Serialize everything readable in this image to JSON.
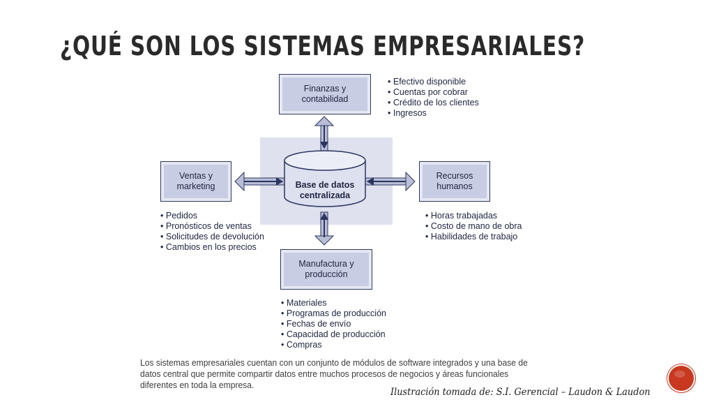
{
  "slide": {
    "title": "¿Qué son los sistemas empresariales?",
    "caption": "Los sistemas empresariales cuentan con un conjunto de módulos de software integrados y una base de datos central que permite compartir datos entre muchos procesos de negocios y áreas funcionales diferentes en toda la empresa.",
    "credit": "Ilustración tomada de: S.I. Gerencial – Laudon & Laudon"
  },
  "diagram": {
    "center": {
      "line1": "Base de datos",
      "line2": "centralizada"
    },
    "finance": {
      "line1": "Finanzas y",
      "line2": "contabilidad",
      "items": [
        "Efectivo disponible",
        "Cuentas por cobrar",
        "Crédito de los clientes",
        "Ingresos"
      ]
    },
    "sales": {
      "line1": "Ventas y",
      "line2": "marketing",
      "items": [
        "Pedidos",
        "Pronósticos de ventas",
        "Solicitudes de devolución",
        "Cambios en los precios"
      ]
    },
    "hr": {
      "line1": "Recursos",
      "line2": "humanos",
      "items": [
        "Horas trabajadas",
        "Costo de mano de obra",
        "Habilidades de trabajo"
      ]
    },
    "manufacturing": {
      "line1": "Manufactura y",
      "line2": "producción",
      "items": [
        "Materiales",
        "Programas de producción",
        "Fechas de envío",
        "Capacidad de producción",
        "Compras"
      ]
    }
  },
  "colors": {
    "box_fill": "#c9cde3",
    "box_border": "#30385a",
    "center_bg": "#dfe1ee",
    "arrow": "#2c3560",
    "arrow_shaft": "#b9bdd6",
    "nav_button": "#c8391f"
  }
}
